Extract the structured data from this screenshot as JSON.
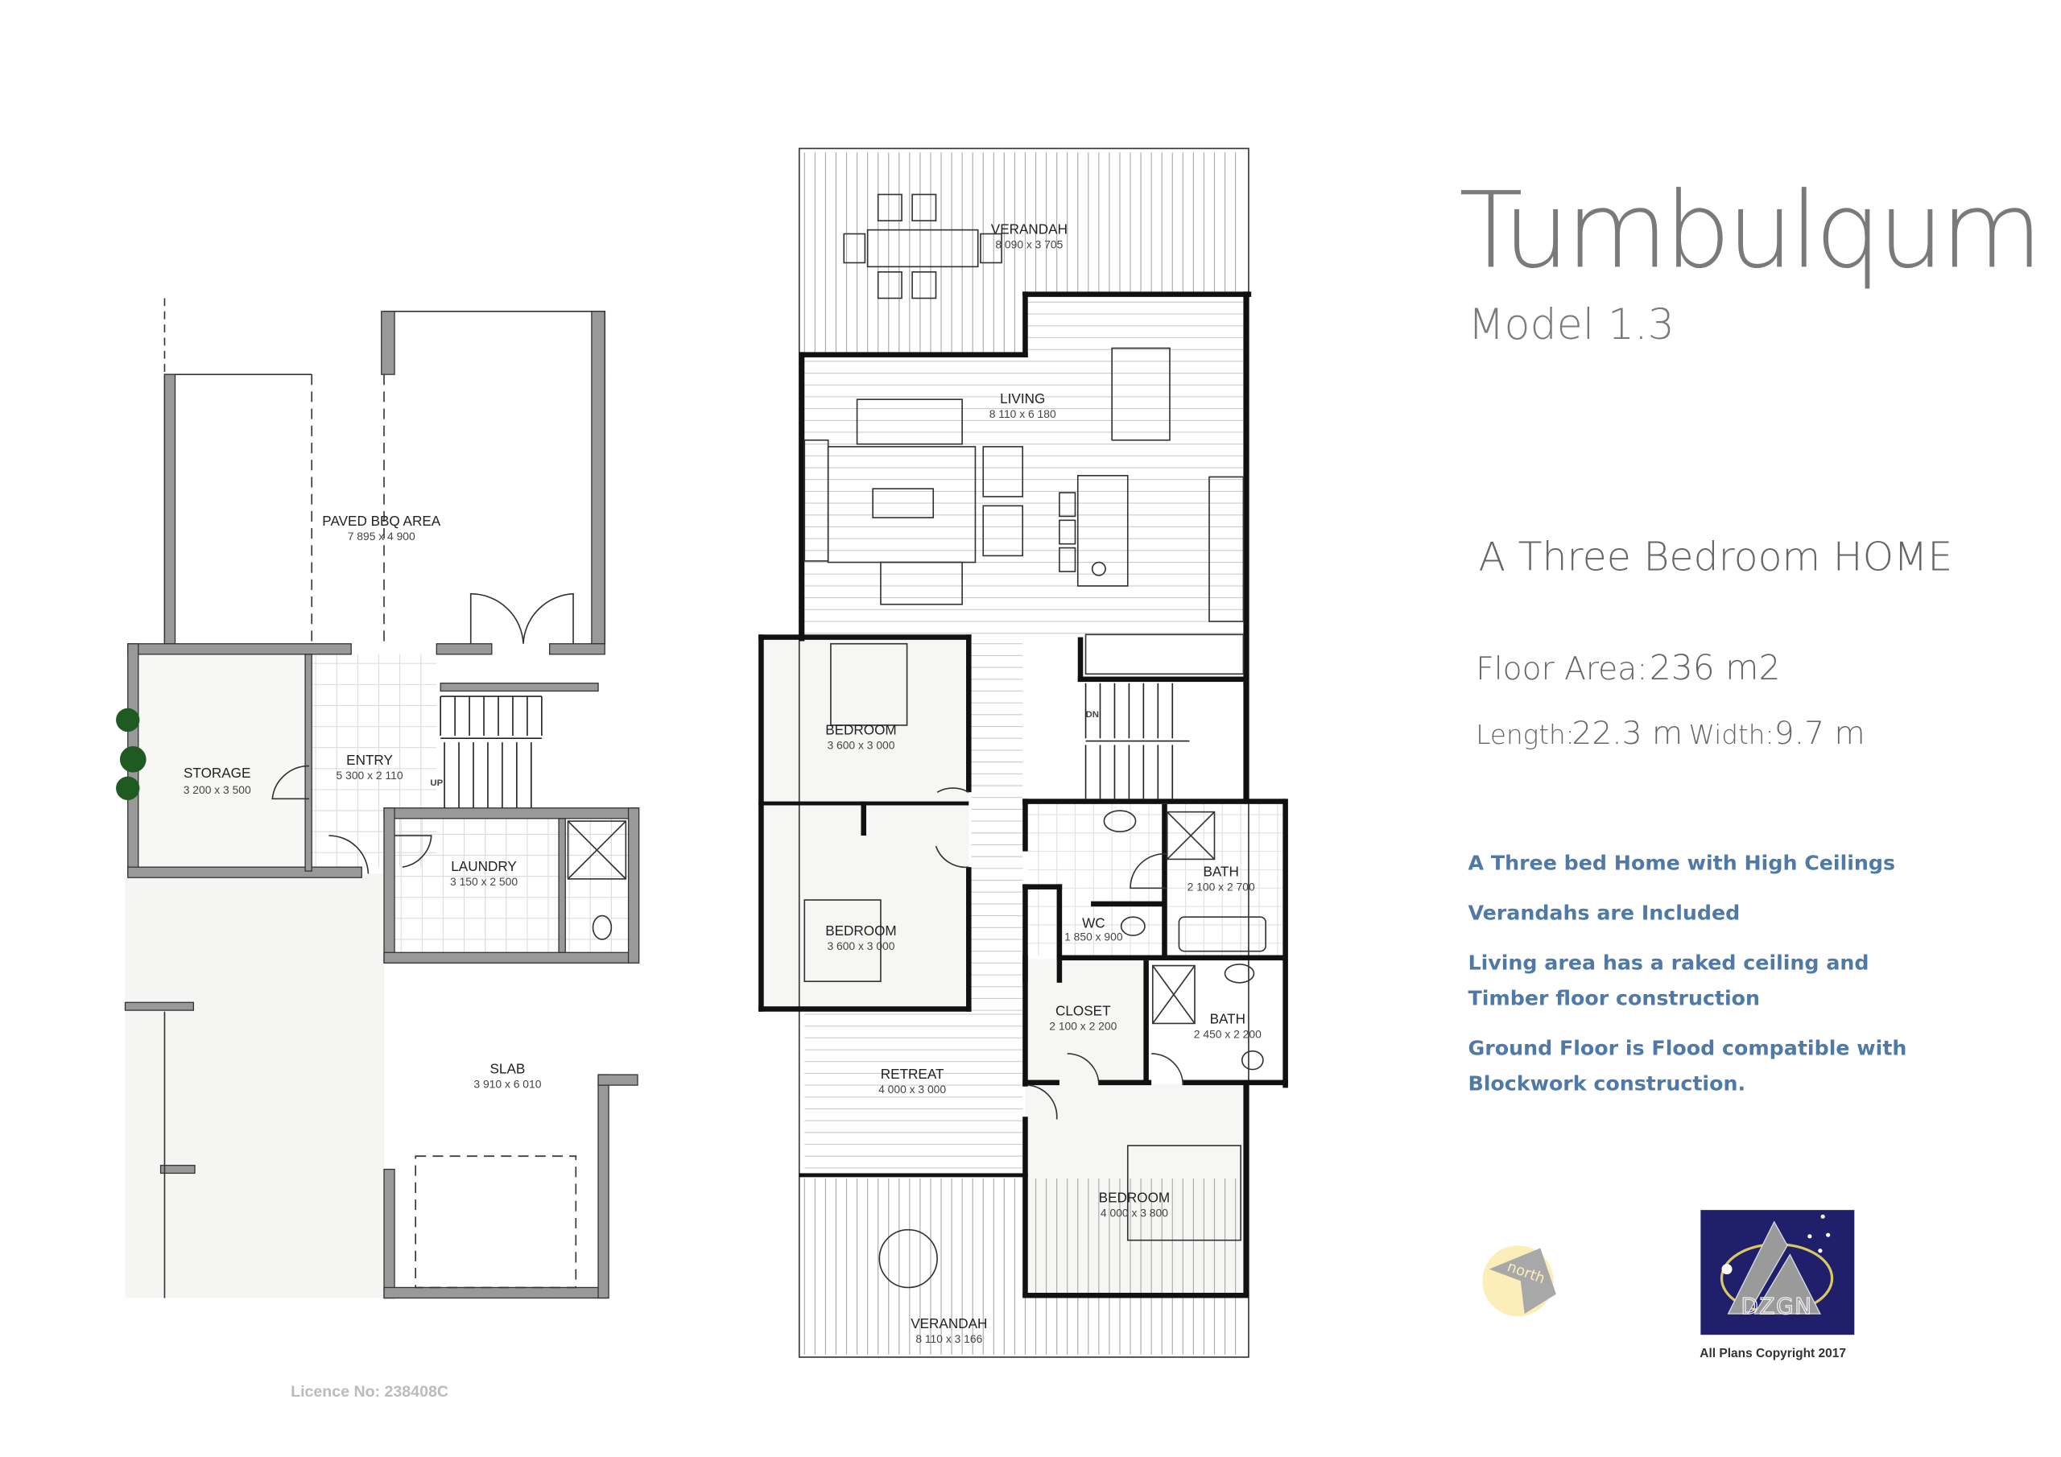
{
  "title": {
    "name": "Tumbulqum",
    "model": "Model 1.3",
    "subtitle": "A Three Bedroom HOME",
    "floor_area_label": "Floor Area:",
    "floor_area_value": "236 m2",
    "length_label": "Length:",
    "length_value": "22.3 m",
    "width_label": "Width:",
    "width_value": "9.7 m"
  },
  "features": [
    "A Three bed Home with  High Ceilings",
    "Verandahs are Included",
    "Living area has a raked ceiling and",
    "Timber floor construction",
    "Ground Floor is Flood compatible with",
    "Blockwork construction."
  ],
  "ground_floor": {
    "rooms": [
      {
        "name": "PAVED BBQ AREA",
        "dims": "7 895 x 4 900"
      },
      {
        "name": "STORAGE",
        "dims": "3 200 x 3 500"
      },
      {
        "name": "ENTRY",
        "dims": "5 300 x 2 110"
      },
      {
        "name": "LAUNDRY",
        "dims": "3 150 x 2 500"
      },
      {
        "name": "SLAB",
        "dims": "3 910 x 6 010"
      }
    ],
    "stair_label": "UP"
  },
  "upper_floor": {
    "rooms": [
      {
        "name": "VERANDAH",
        "dims": "8 090 x 3 705"
      },
      {
        "name": "LIVING",
        "dims": "8 110 x 6 180"
      },
      {
        "name": "BEDROOM",
        "dims": "3 600 x 3 000"
      },
      {
        "name": "BEDROOM",
        "dims": "3 600 x 3 000"
      },
      {
        "name": "BATH",
        "dims": "2 100 x 2 700"
      },
      {
        "name": "WC",
        "dims": "1 850 x 900"
      },
      {
        "name": "CLOSET",
        "dims": "2 100 x 2 200"
      },
      {
        "name": "BATH",
        "dims": "2 450 x 2 200"
      },
      {
        "name": "RETREAT",
        "dims": "4 000 x 3 000"
      },
      {
        "name": "BEDROOM",
        "dims": "4 000 x 3 800"
      },
      {
        "name": "VERANDAH",
        "dims": "8 110 x 3 166"
      }
    ],
    "stair_label": "DN"
  },
  "north_label": "north",
  "logo_text": "DZGN",
  "copyright": "All Plans Copyright 2017",
  "licence": "Licence No: 238408C",
  "colors": {
    "feature_text": "#4f7aa8",
    "title_text": "#7a7a7a",
    "logo_bg": "#1f1f6b",
    "logo_ring": "#d8c860",
    "north_circle": "#fbeeb8",
    "north_arrow": "#a8a8a8",
    "plant": "#1f5a22"
  }
}
